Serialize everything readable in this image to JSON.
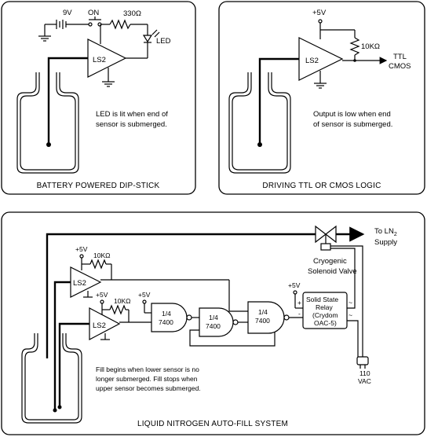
{
  "panels": {
    "dipstick": {
      "caption": "BATTERY POWERED DIP-STICK",
      "battery": "9V",
      "switch": "ON",
      "resistor": "330Ω",
      "led": "LED",
      "amp": "LS2",
      "note_line1": "LED is lit when end of",
      "note_line2": "sensor is submerged."
    },
    "ttl": {
      "caption": "DRIVING TTL OR CMOS LOGIC",
      "supply": "+5V",
      "resistor": "10KΩ",
      "amp": "LS2",
      "out_line1": "TTL",
      "out_line2": "CMOS",
      "note_line1": "Output is low when end",
      "note_line2": "of sensor is submerged."
    },
    "autofill": {
      "caption": "LIQUID NITROGEN AUTO-FILL SYSTEM",
      "upper_amp": "LS2",
      "upper_supply": "+5V",
      "upper_resistor": "10KΩ",
      "lower_amp": "LS2",
      "lower_supply": "+5V",
      "lower_resistor": "10KΩ",
      "gate_supply": "+5V",
      "gate_a_l1": "1/4",
      "gate_a_l2": "7400",
      "gate_b_l1": "1/4",
      "gate_b_l2": "7400",
      "gate_c_l1": "1/4",
      "gate_c_l2": "7400",
      "relay_supply": "+5V",
      "relay_l1": "Solid State",
      "relay_l2": "Relay",
      "relay_l3": "(Crydom",
      "relay_l4": "OAC-5)",
      "relay_plus": "+",
      "relay_minus": "-",
      "valve_l1": "Cryogenic",
      "valve_l2": "Solenoid Valve",
      "to_ln2": "To LN",
      "to_ln2_sub": "2",
      "supply_word": "Supply",
      "vac_l1": "110",
      "vac_l2": "VAC",
      "note_line1": "Fill begins when lower sensor is no",
      "note_line2": "longer submerged.  Fill stops when",
      "note_line3": "upper sensor becomes submerged."
    }
  }
}
